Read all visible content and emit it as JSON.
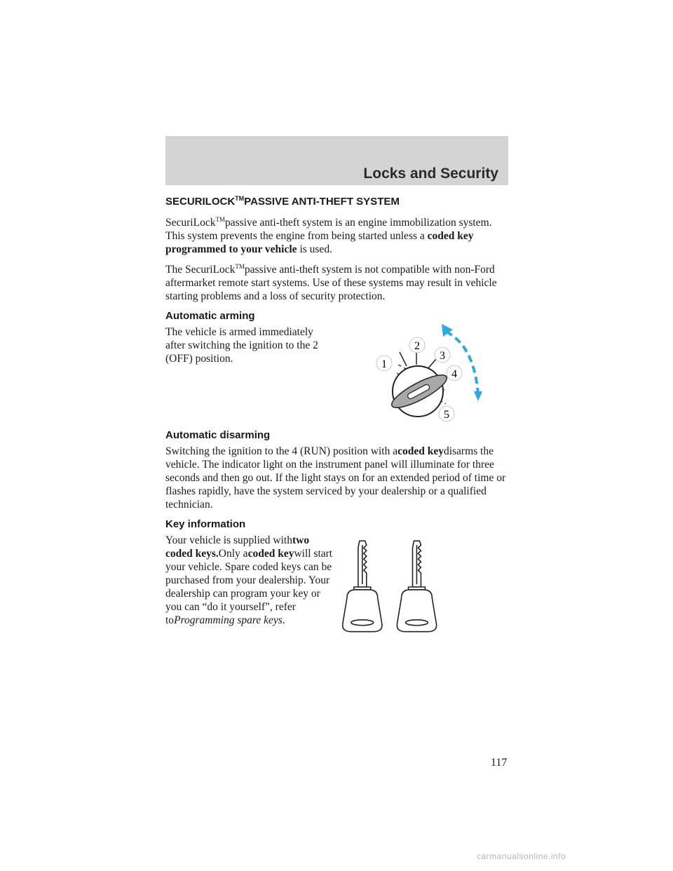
{
  "header": {
    "title": "Locks and Security"
  },
  "section": {
    "title_pre": "SECURILOCK",
    "title_sym": "TM",
    "title_post": "PASSIVE ANTI-THEFT SYSTEM",
    "p1": {
      "pre": "SecuriLock",
      "sym": "TM",
      "text": "passive anti-theft system is an engine immobilization system. This system prevents the engine from being started unless a ",
      "bold": "coded key programmed to your vehicle",
      "post": "is used."
    },
    "p2": {
      "pre": "The SecuriLock",
      "sym": "TM",
      "text": "passive anti-theft system is not compatible with non-Ford aftermarket remote start systems. Use of these systems may result in vehicle starting problems and a loss of security protection."
    }
  },
  "auto_arming": {
    "heading": "Automatic arming",
    "text": "The vehicle is armed immediately after switching the ignition to the 2 (OFF) position."
  },
  "ignition_figure": {
    "labels": [
      "1",
      "2",
      "3",
      "4",
      "5"
    ]
  },
  "auto_disarming": {
    "heading": "Automatic disarming",
    "pre": "Switching the ignition to the 4 (RUN) position with a",
    "bold": "coded key",
    "post": "disarms the vehicle. The indicator light on the instrument panel will illuminate for three seconds and then go out. If the light stays on for an extended period of time or flashes rapidly, have the system serviced by your dealership or a qualified technician."
  },
  "key_info": {
    "heading": "Key information",
    "t1": "Your vehicle is supplied with",
    "b1": "two coded keys.",
    "t2": "Only a",
    "b2": "coded key",
    "t3": "will start your vehicle. Spare coded keys can be purchased from your dealership. Your dealership can program your key or you can “do it yourself”, refer to",
    "i1": "Programming spare keys",
    "t4": "."
  },
  "page_number": "117",
  "watermark": "carmanualsonline.info"
}
